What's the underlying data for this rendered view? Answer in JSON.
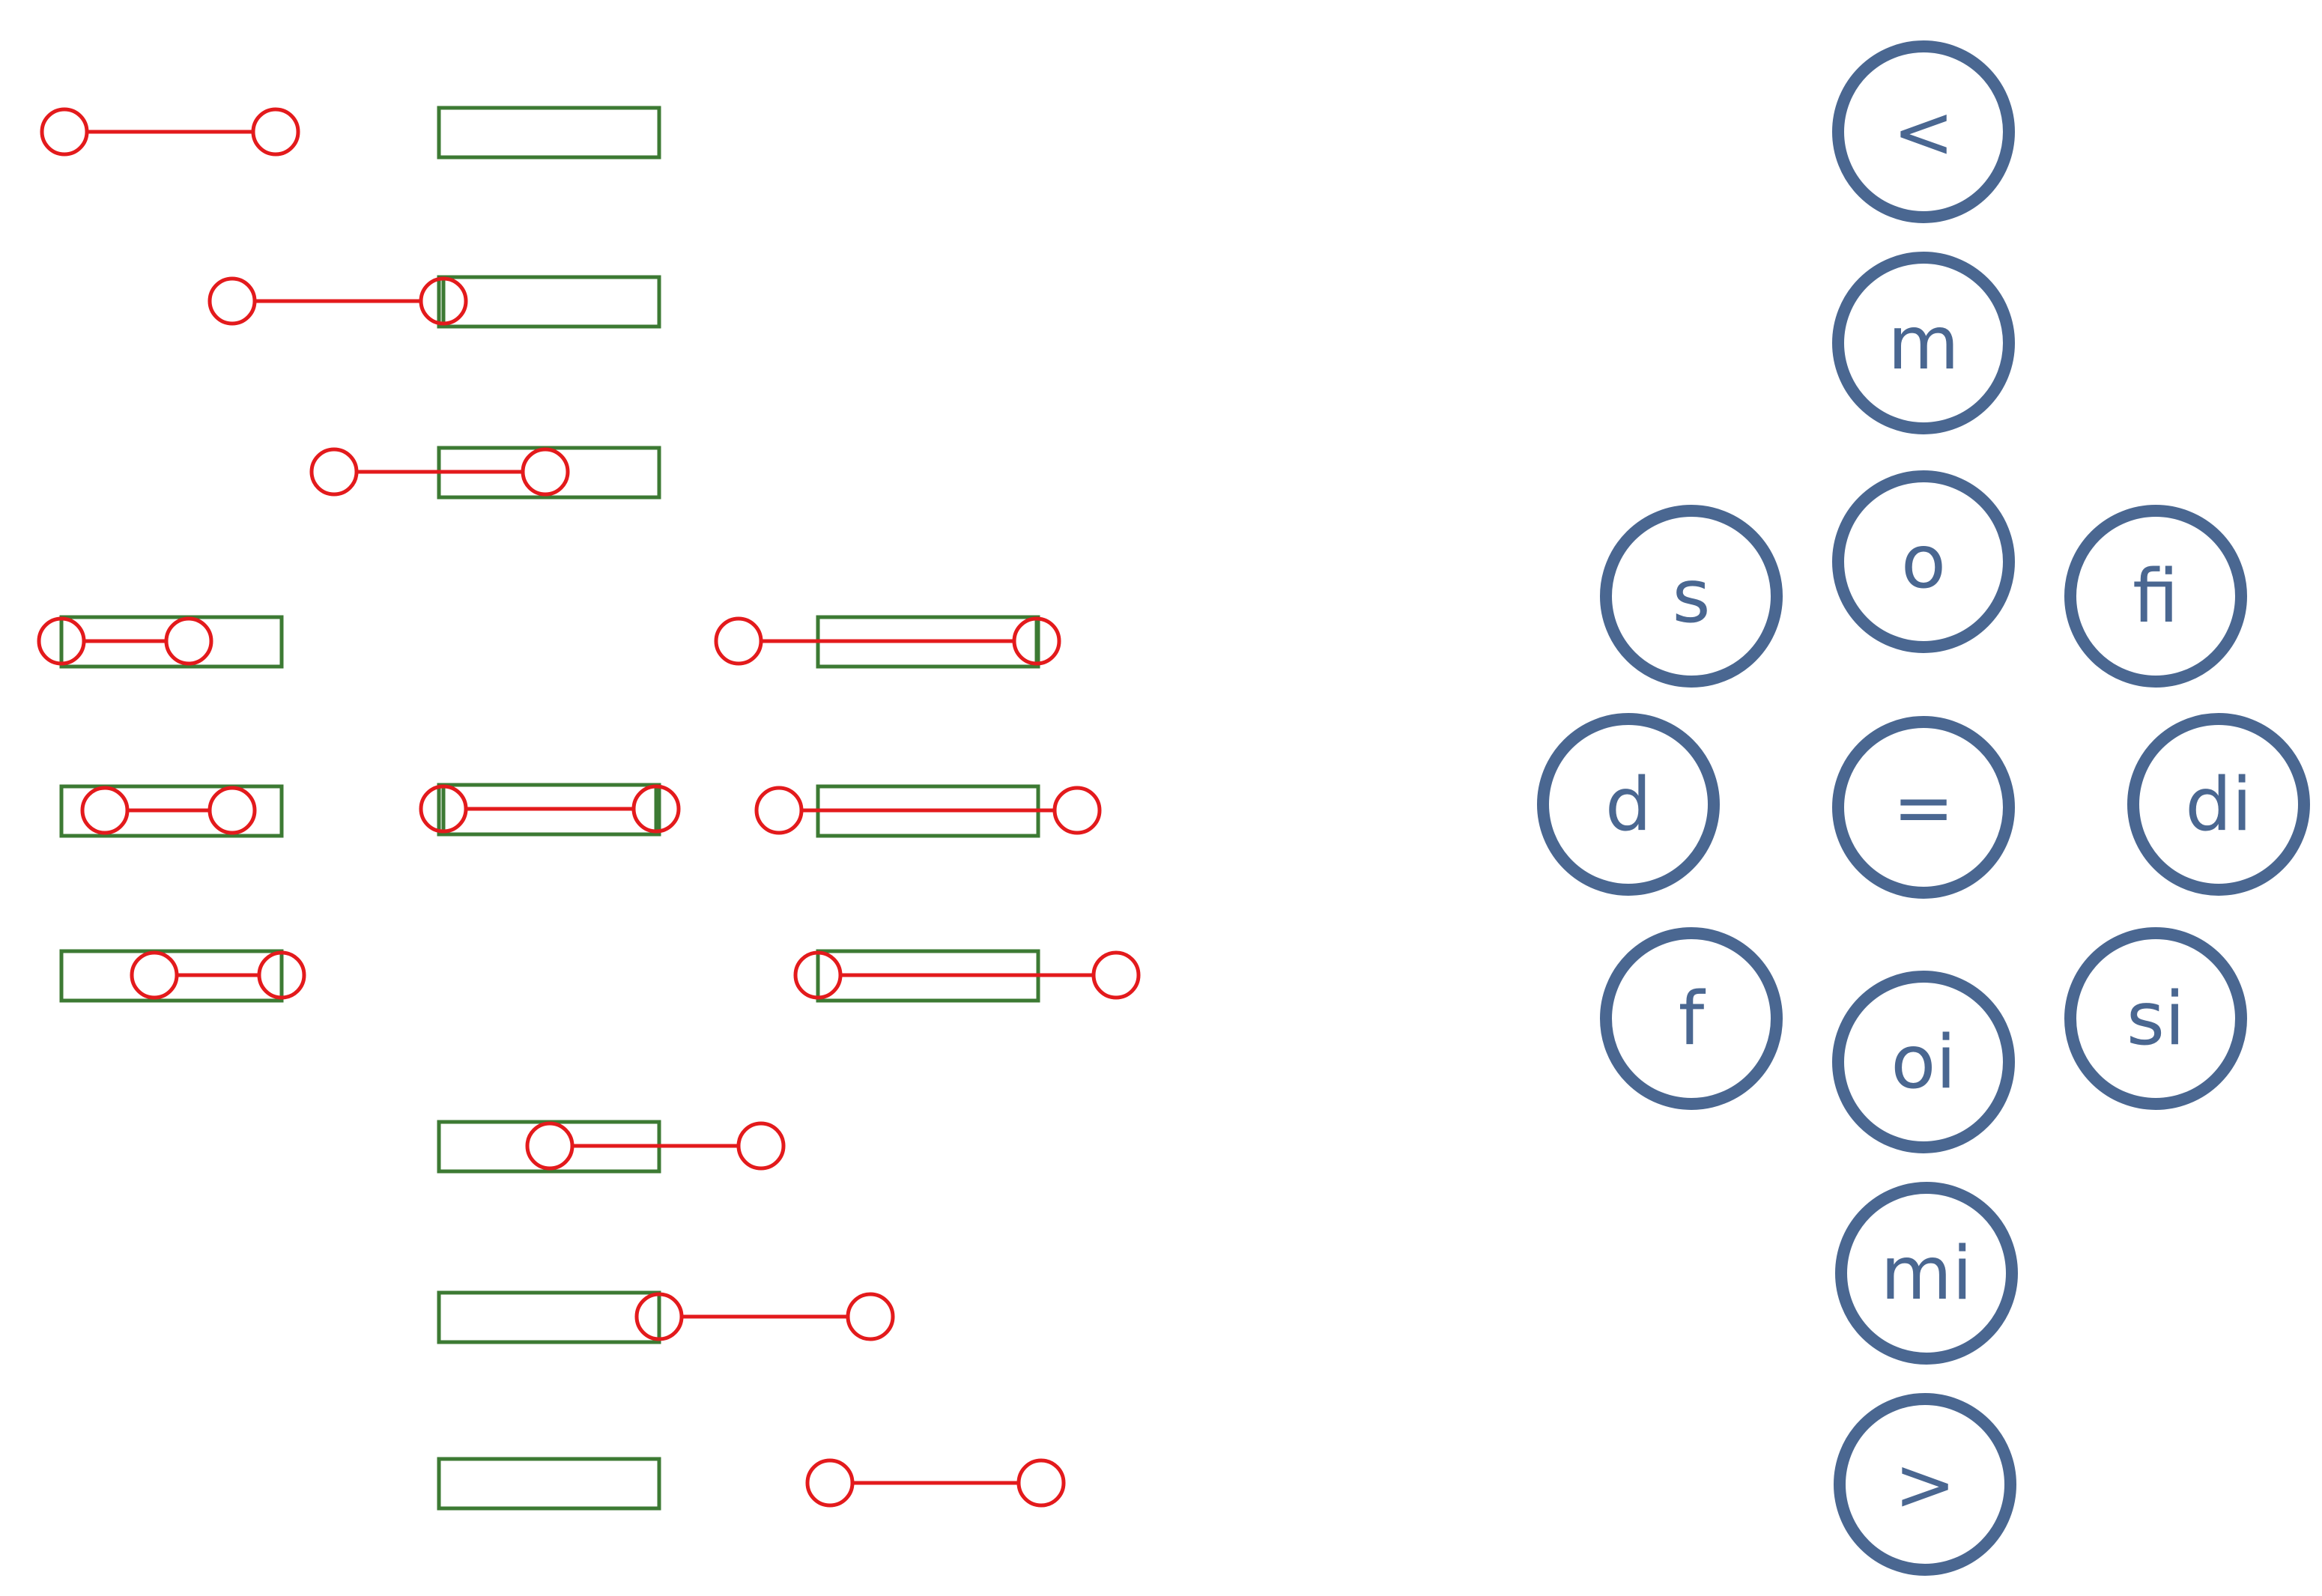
{
  "colors": {
    "interval": "#e31a1c",
    "reference": "#3c7a33",
    "node": "#4a6791",
    "node_fill": "#ffffff"
  },
  "glyphs": {
    "endpoint": "circle",
    "reference_interval": "rectangle"
  },
  "relations": [
    {
      "id": "before",
      "label": "<"
    },
    {
      "id": "meets",
      "label": "m"
    },
    {
      "id": "overlaps",
      "label": "o"
    },
    {
      "id": "starts",
      "label": "s"
    },
    {
      "id": "finished-by",
      "label": "fi"
    },
    {
      "id": "during",
      "label": "d"
    },
    {
      "id": "equal",
      "label": "="
    },
    {
      "id": "contains",
      "label": "di"
    },
    {
      "id": "finishes",
      "label": "f"
    },
    {
      "id": "started-by",
      "label": "si"
    },
    {
      "id": "overlapped-by",
      "label": "oi"
    },
    {
      "id": "met-by",
      "label": "mi"
    },
    {
      "id": "after",
      "label": ">"
    }
  ]
}
